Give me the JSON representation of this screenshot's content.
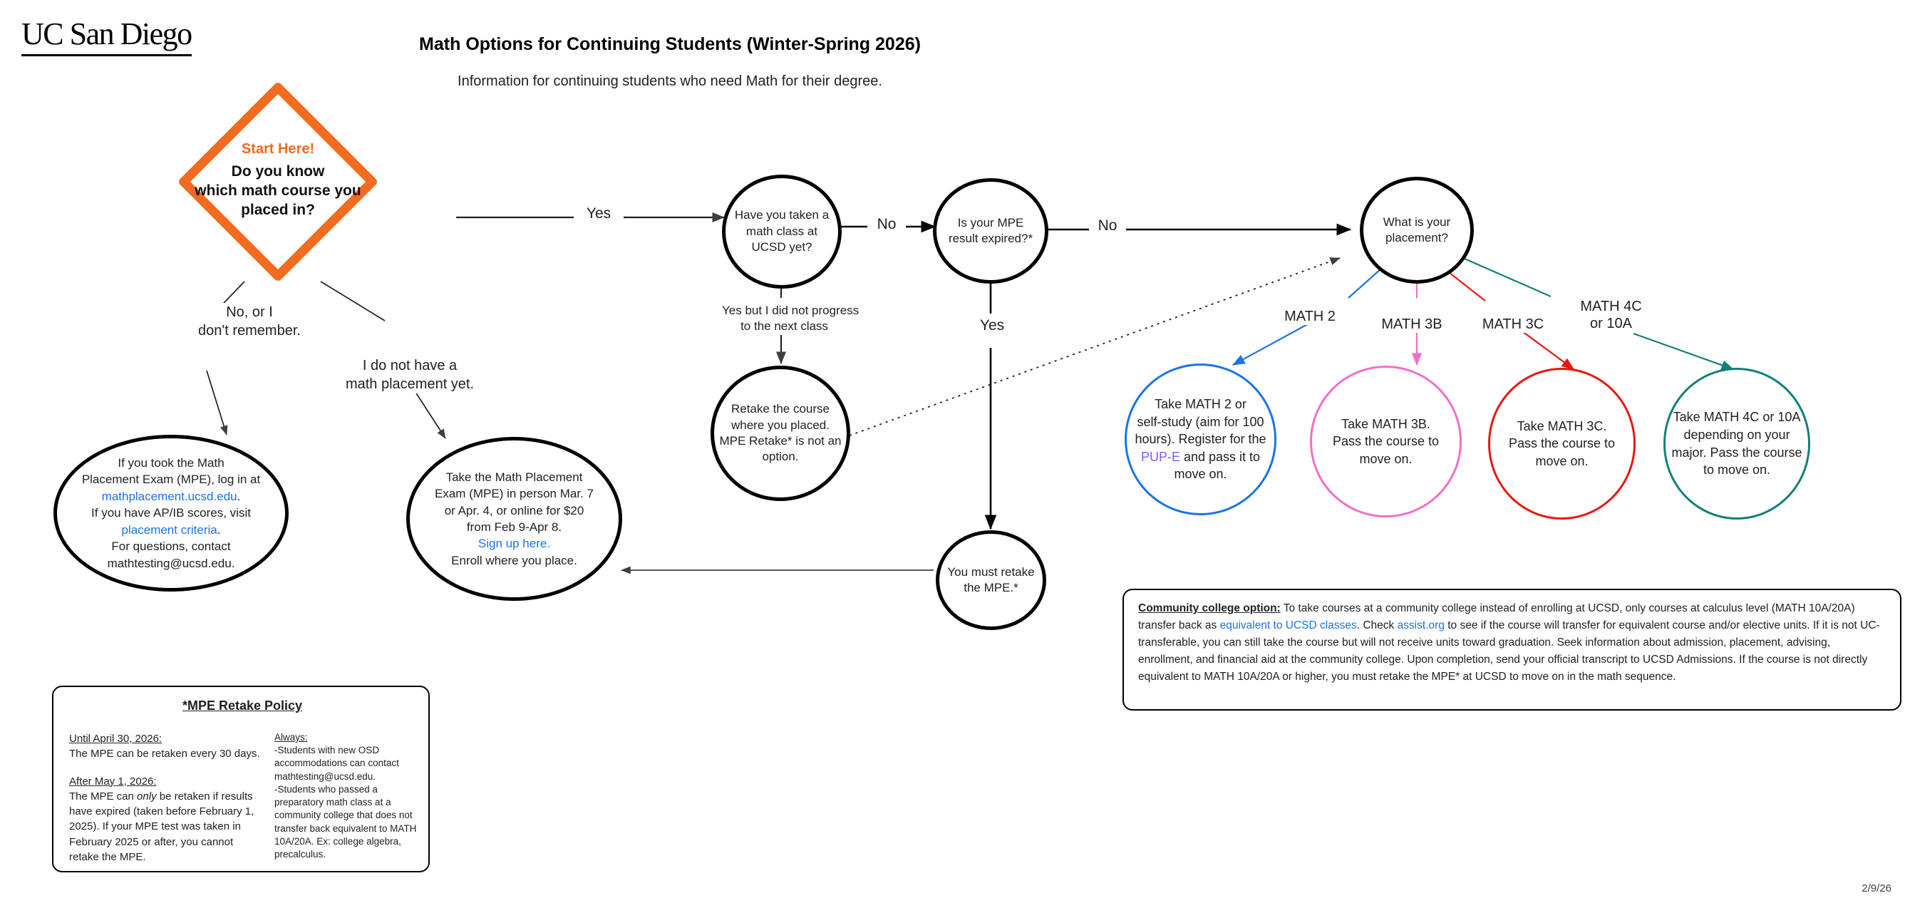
{
  "logo": "UC San Diego",
  "header": {
    "title": "Math Options for Continuing Students (Winter-Spring 2026)",
    "subtitle": "Information for continuing students who need Math for their degree."
  },
  "start": {
    "badge": "Start Here!",
    "question_line1": "Do you know",
    "question_line2": "which math course you",
    "question_line3": "placed in?"
  },
  "edges": {
    "yes_to_ucsd_class": "Yes",
    "no_or_dont_remember_l1": "No, or I",
    "no_or_dont_remember_l2": "don't remember.",
    "no_placement_l1": "I do not have a",
    "no_placement_l2": "math placement yet.",
    "ucsd_no": "No",
    "yes_but_no_progress_l1": "Yes but I did not progress",
    "yes_but_no_progress_l2": "to the next class",
    "expired_yes": "Yes",
    "expired_no": "No",
    "math2": "MATH 2",
    "math3b": "MATH 3B",
    "math3c": "MATH 3C",
    "math4c_l1": "MATH 4C",
    "math4c_l2": "or 10A"
  },
  "nodes": {
    "mpe_login": {
      "line1": "If you took the Math",
      "line2": "Placement Exam (MPE), log in at",
      "link1": "mathplacement.ucsd.edu",
      "line3": "If you have AP/IB scores, visit",
      "link2": "placement criteria",
      "line4": "For questions, contact",
      "line5": "mathtesting@ucsd.edu."
    },
    "take_mpe": {
      "line1": "Take the Math Placement",
      "line2": "Exam (MPE) in person Mar. 7",
      "line3": "or Apr. 4, or online for $20",
      "line4": "from Feb 9-Apr 8.",
      "link": "Sign up here.",
      "line5": "Enroll where you place."
    },
    "taken_math_at_ucsd": {
      "line1": "Have you taken a",
      "line2": "math class at",
      "line3": "UCSD yet?"
    },
    "mpe_expired": {
      "line1": "Is your MPE",
      "line2": "result expired?*"
    },
    "retake_course": {
      "line1": "Retake the course",
      "line2": "where you placed.",
      "line3": "MPE Retake* is not an",
      "line4": "option."
    },
    "must_retake_mpe": {
      "line1": "You must retake",
      "line2": "the MPE.*"
    },
    "what_placement": {
      "line1": "What is your",
      "line2": "placement?"
    },
    "take_math2": {
      "line1": "Take MATH 2 or",
      "line2": "self-study (aim for 100",
      "line3": "hours). Register for the",
      "link": "PUP-E",
      "line4": " and pass it to",
      "line5": "move on."
    },
    "take_math3b": {
      "line1": "Take MATH 3B.",
      "line2": "Pass the course to",
      "line3": "move on."
    },
    "take_math3c": {
      "line1": "Take MATH 3C.",
      "line2": "Pass the course to",
      "line3": "move on."
    },
    "take_math4c": {
      "line1": "Take MATH 4C or 10A",
      "line2": "depending on your",
      "line3": "major. Pass the course",
      "line4": "to move on."
    }
  },
  "community_college": {
    "label": "Community college option:",
    "body_1": " To take courses at a community college instead of enrolling at UCSD, only courses at calculus level (MATH 10A/20A) transfer back as ",
    "link_1": "equivalent to UCSD classes",
    "body_2": ". Check ",
    "link_2": "assist.org",
    "body_3": " to see if the course will transfer for equivalent course and/or elective units. If it is not UC-transferable, you can still take the course but will not receive units toward graduation. Seek information about admission, placement, advising, enrollment, and financial aid at the community college. Upon completion, send your official transcript to UCSD Admissions. If the course is not directly equivalent to MATH 10A/20A or higher, you must retake the MPE* at UCSD to move on in the math sequence."
  },
  "policy": {
    "title": "*MPE Retake Policy",
    "until_heading": "Until April 30, 2026:",
    "until_body": "The MPE can be retaken every 30 days.",
    "after_heading": "After May 1, 2026:",
    "after_body_1": "The MPE can ",
    "after_body_em": "only",
    "after_body_2": " be retaken if results have expired (taken before February 1, 2025). If your MPE test was taken in February 2025 or after, you cannot retake the MPE.",
    "always_heading": "Always:",
    "always_item_1": "-Students with new OSD accommodations can contact mathtesting@ucsd.edu.",
    "always_item_2": "-Students who passed a preparatory math class at a community college that does not transfer back equivalent to MATH 10A/20A. Ex: college algebra, precalculus."
  },
  "stamp": "2/9/26",
  "colors": {
    "accent_orange": "#F26B21",
    "link_blue": "#1A73E8",
    "branch_blue": "#1A73E8",
    "branch_pink": "#F06FC8",
    "branch_red": "#E8170F",
    "branch_teal": "#0F8079",
    "pup_e_purple": "#7B5CF0"
  }
}
